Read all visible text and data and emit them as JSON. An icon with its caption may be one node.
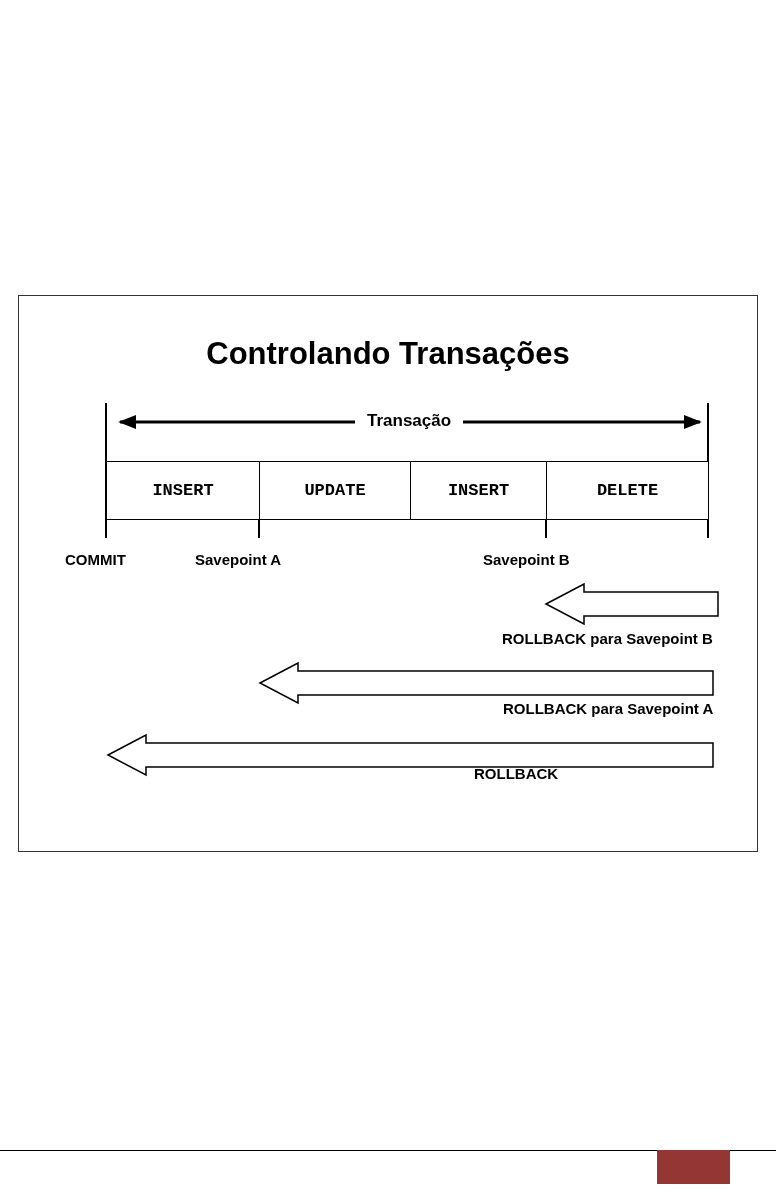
{
  "diagram": {
    "title": "Controlando Transações",
    "nodes": [
      {
        "text": [
          "INSERT"
        ]
      },
      {
        "text": [
          "UPDATE"
        ]
      },
      {
        "text": [
          "INSERT"
        ]
      },
      {
        "text": [
          "DELETE"
        ]
      }
    ],
    "labels": [
      "Transação",
      "COMMIT",
      "Savepoint A",
      "Savepoint B",
      "ROLLBACK para Savepoint B",
      "ROLLBACK para Savepoint A",
      "ROLLBACK"
    ]
  }
}
